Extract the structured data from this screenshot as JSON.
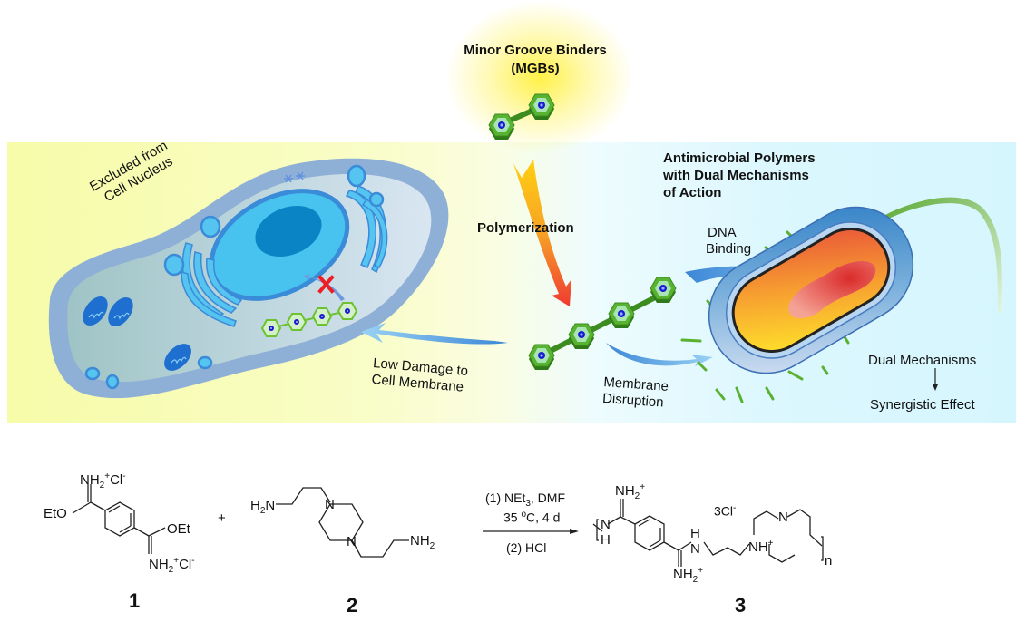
{
  "top": {
    "title_line1": "Minor Groove Binders",
    "title_line2": "(MGBs)"
  },
  "mammalian_cell": {
    "label_line1": "Excluded from",
    "label_line2": "Cell Nucleus",
    "arrow_label_line1": "Low Damage to",
    "arrow_label_line2": "Cell Membrane"
  },
  "center": {
    "polymerization_label": "Polymerization"
  },
  "bacterium": {
    "title_line1": "Antimicrobial Polymers",
    "title_line2": "with Dual Mechanisms",
    "title_line3": "of Action",
    "dna_label_line1": "DNA",
    "dna_label_line2": "Binding",
    "membrane_label_line1": "Membrane",
    "membrane_label_line2": "Disruption",
    "dual_label": "Dual Mechanisms",
    "synergy_label": "Synergistic Effect"
  },
  "reaction": {
    "compound1": {
      "number": "1",
      "top_group": "NH2+Cl-",
      "left_group": "EtO",
      "right_group": "OEt",
      "bottom_group": "NH2+Cl-"
    },
    "plus": "+",
    "compound2": {
      "number": "2",
      "left_group": "H2N",
      "right_group": "NH2",
      "ring_atom": "N"
    },
    "conditions": {
      "step1_line1": "(1) NEt3, DMF",
      "step1_line2": "35 oC, 4 d",
      "step2": "(2) HCl"
    },
    "compound3": {
      "number": "3",
      "counterion": "3Cl-",
      "repeat_index": "n"
    }
  },
  "colors": {
    "left_panel_bg": "#f6fca8",
    "right_panel_bg": "#d6f6fe",
    "cell_membrane": "#8fb0d6",
    "nucleus": "#48c3ef",
    "nucleolus": "#0a84c4",
    "polymer_green": "#4aa82a",
    "arrow_blue": "#5aa6e0",
    "polymerization_arrow_start": "#ffcf10",
    "polymerization_arrow_end": "#ee3a32",
    "block_red": "#ee1c24"
  }
}
